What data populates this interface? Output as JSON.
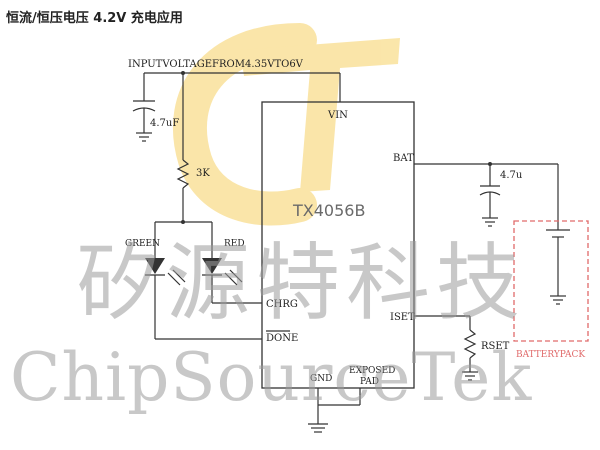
{
  "title": "恒流/恒压电压 4.2V 充电应用",
  "labels": {
    "input_voltage": "INPUTVOLTAGEFROM4.35VTO6V",
    "cap_in": "4.7uF",
    "resistor_top": "3K",
    "led_green": "GREEN",
    "led_red": "RED",
    "chip_name": "TX4056B",
    "pin_vin": "VIN",
    "pin_bat": "BAT",
    "pin_chrg": "CHRG",
    "pin_done": "DONE",
    "pin_iset": "ISET",
    "pin_gnd": "GND",
    "pin_exposed": "EXPOSED",
    "pin_pad": "PAD",
    "cap_bat": "4.7u",
    "resistor_iset": "RSET",
    "battery_pack": "BATTERYPACK"
  },
  "watermark": {
    "cn": "矽源特科技",
    "en": "ChipSourceTek",
    "logo_color": "#f4c742"
  },
  "colors": {
    "wire": "#333333",
    "battery_box": "#e06a6a"
  }
}
